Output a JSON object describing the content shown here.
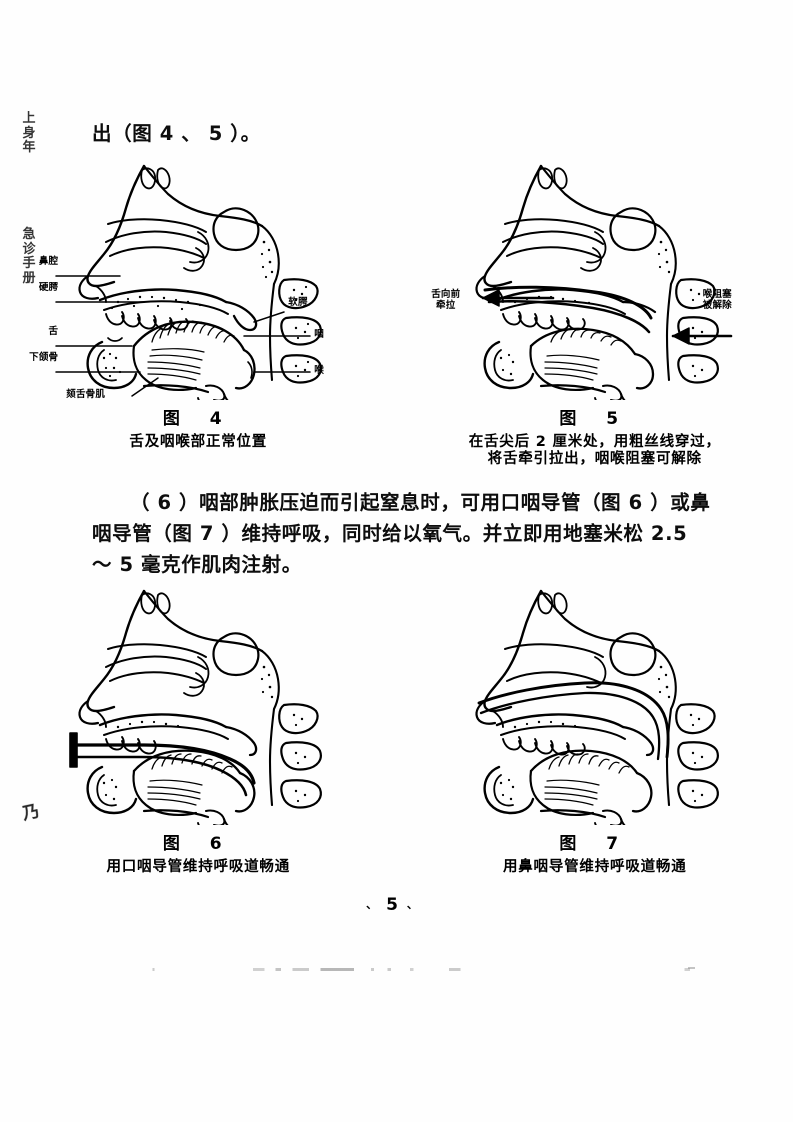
{
  "document": {
    "margin_running_head_top": "上 身 年",
    "margin_running_head_bottom": "急 诊 手 册",
    "margin_ink_mark": "乃",
    "page_number": "5",
    "folio_left_mark": "、",
    "folio_right_mark": "、"
  },
  "body": {
    "intro_line": "出（图 4 、 5 ）。",
    "paragraph_6": "（ 6 ）咽部肿胀压迫而引起窒息时，可用口咽导管（图 6 ）或鼻咽导管（图 7 ）维持呼吸，同时给以氧气。并立即用地塞米松 2.5 ～ 5 毫克作肌肉注射。"
  },
  "figures": [
    {
      "id": "figure-4",
      "number": "图 4",
      "caption": "舌及咽喉部正常位置",
      "labels_left": [
        {
          "text": "鼻腔"
        },
        {
          "text": "硬腭"
        },
        {
          "text": "舌"
        },
        {
          "text": "下颌骨"
        }
      ],
      "label_bottom": {
        "text": "颏舌骨肌"
      },
      "labels_right": [
        {
          "text": "软腭"
        },
        {
          "text": "咽"
        },
        {
          "text": "喉"
        }
      ]
    },
    {
      "id": "figure-5",
      "number": "图 5",
      "caption_line_1": "在舌尖后 2 厘米处，用粗丝线穿过，",
      "caption_line_2": "将舌牵引拉出，咽喉阻塞可解除",
      "annotation_left_line_1": "舌向前",
      "annotation_left_line_2": "牵拉",
      "annotation_right_line_1": "喉阻塞",
      "annotation_right_line_2": "被解除"
    },
    {
      "id": "figure-6",
      "number": "图 6",
      "caption": "用口咽导管维持呼吸道畅通"
    },
    {
      "id": "figure-7",
      "number": "图 7",
      "caption": "用鼻咽导管维持呼吸道畅通"
    }
  ]
}
